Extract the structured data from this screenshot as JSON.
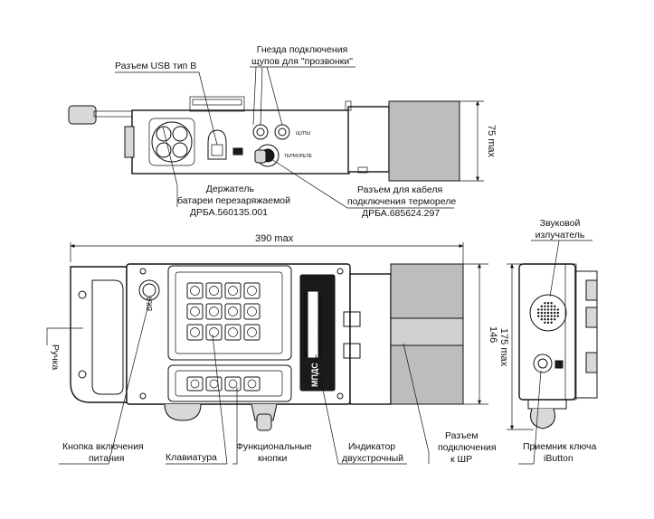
{
  "labels": {
    "usb": "Разъем USB тип В",
    "probe_sockets_1": "Гнезда подключения",
    "probe_sockets_2": "щупов для \"прозвонки\"",
    "battery_1": "Держатель",
    "battery_2": "батареи перезаряжаемой",
    "battery_3": "ДРБА.560135.001",
    "thermo_1": "Разъем для кабеля",
    "thermo_2": "подключения термореле",
    "thermo_3": "ДРБА.685624.297",
    "buzzer_1": "Звуковой",
    "buzzer_2": "излучатель",
    "handle": "Ручка",
    "power_btn_1": "Кнопка включения",
    "power_btn_2": "питания",
    "keypad": "Клавиатура",
    "func_btns_1": "Функциональные",
    "func_btns_2": "кнопки",
    "indicator_1": "Индикатор",
    "indicator_2": "двухстрочный",
    "shr_connector_1": "Разъем",
    "shr_connector_2": "подключения",
    "shr_connector_3": "к ШР",
    "ibutton_1": "Приемник ключа",
    "ibutton_2": "iButton"
  },
  "dimensions": {
    "height_top": "75 max",
    "width": "390 max",
    "height_front": "146",
    "depth_side": "175 max"
  },
  "device_marks": {
    "shchupy": "ЩУПЫ",
    "termorele": "ТЕРМОРЕЛЕ",
    "vkl": "ВКЛ",
    "display_brand": "МПДС"
  }
}
